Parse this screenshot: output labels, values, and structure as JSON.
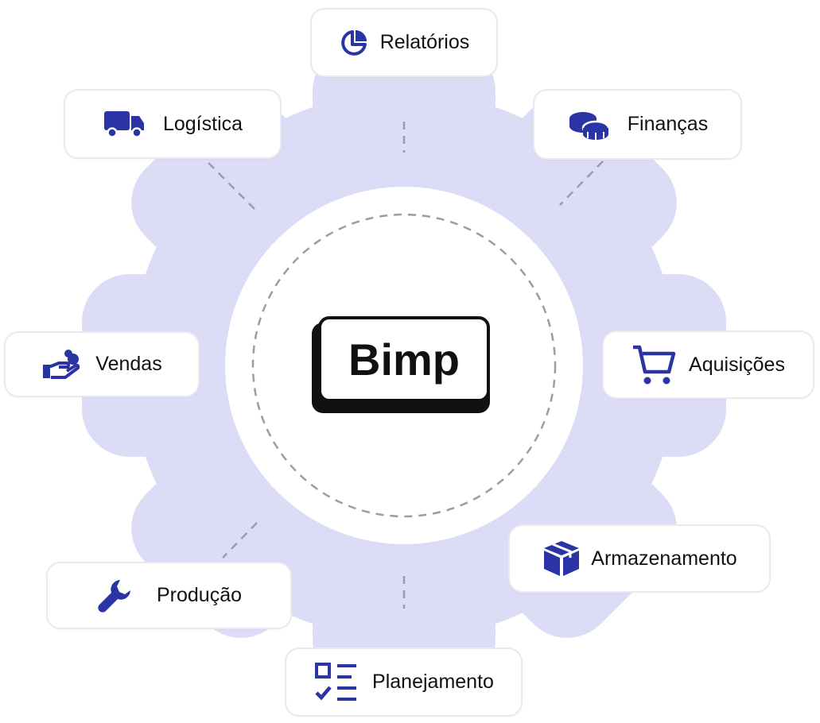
{
  "brand": {
    "logo_text": "Bimp"
  },
  "colors": {
    "gear": "#dcdcf6",
    "icon": "#2a34a4",
    "dash": "#9b9bb0"
  },
  "modules": [
    {
      "label": "Relatórios",
      "icon": "pie-chart-icon"
    },
    {
      "label": "Logística",
      "icon": "truck-icon"
    },
    {
      "label": "Finanças",
      "icon": "coins-icon"
    },
    {
      "label": "Vendas",
      "icon": "hand-coin-icon"
    },
    {
      "label": "Aquisições",
      "icon": "shopping-cart-icon"
    },
    {
      "label": "Armazenamento",
      "icon": "box-icon"
    },
    {
      "label": "Produção",
      "icon": "wrench-icon"
    },
    {
      "label": "Planejamento",
      "icon": "checklist-icon"
    }
  ]
}
